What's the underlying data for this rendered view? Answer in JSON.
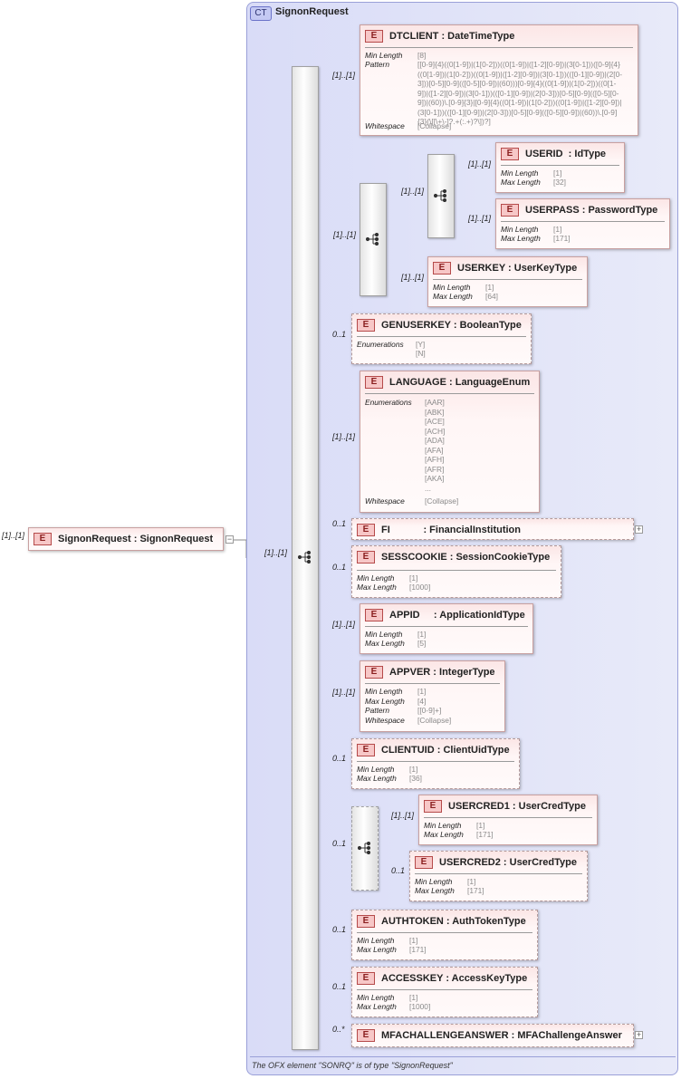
{
  "complex_type": {
    "badge": "CT",
    "title": "SignonRequest",
    "footer": "The OFX element \"SONRQ\" is of type \"SignonRequest\""
  },
  "root": {
    "badge": "E",
    "title": "SignonRequest : SignonRequest",
    "multiplicity": "[1]..[1]"
  },
  "main_sequence": {
    "multiplicity": "[1]..[1]"
  },
  "elements": [
    {
      "key": "dtclient",
      "badge": "E",
      "title": "DTCLIENT : DateTimeType",
      "multiplicity": "[1]..[1]",
      "facets": [
        {
          "label": "Min Length",
          "value": "[8]"
        },
        {
          "label": "Pattern",
          "value": "[[0-9]{4}((0[1-9])|(1[0-2]))((0[1-9])|([1-2][0-9])|(3[0-1]))([0-9]{4}\n((0[1-9])|(1[0-2]))((0[1-9])|([1-2][0-9])|(3[0-1]))(([0-1][0-9])|(2[0-\n3]))[0-5][0-9](([0-5][0-9])|(60)))[0-9]{4}((0[1-9])|(1[0-2]))((0[1-\n9])|([1-2][0-9])|(3[0-1]))(([0-1][0-9])|(2[0-3]))[0-5][0-9](([0-5][0-\n9])|(60))\\.[0-9]{3}|[0-9]{4}((0[1-9])|(1[0-2]))((0[1-9])|([1-2][0-9])|\n(3[0-1]))(([0-1][0-9])|(2[0-3]))[0-5][0-9](([0-5][0-9])|(60))\\.[0-9]\n{3}(\\[[\\+\\-]?.+(:.+)?\\])?]"
        },
        {
          "label": "Whitespace",
          "value": "[Collapse]"
        }
      ]
    },
    {
      "key": "userid",
      "badge": "E",
      "title": "USERID  : IdType",
      "multiplicity": "[1]..[1]",
      "facets": [
        {
          "label": "Min Length",
          "value": "[1]"
        },
        {
          "label": "Max Length",
          "value": "[32]"
        }
      ]
    },
    {
      "key": "userpass",
      "badge": "E",
      "title": "USERPASS : PasswordType",
      "multiplicity": "[1]..[1]",
      "facets": [
        {
          "label": "Min Length",
          "value": "[1]"
        },
        {
          "label": "Max Length",
          "value": "[171]"
        }
      ]
    },
    {
      "key": "userkey",
      "badge": "E",
      "title": "USERKEY : UserKeyType",
      "multiplicity": "[1]..[1]",
      "facets": [
        {
          "label": "Min Length",
          "value": "[1]"
        },
        {
          "label": "Max Length",
          "value": "[64]"
        }
      ]
    },
    {
      "key": "genuserkey",
      "badge": "E",
      "title": "GENUSERKEY : BooleanType",
      "multiplicity": "0..1",
      "facets": [
        {
          "label": "Enumerations",
          "value": "[Y]"
        },
        {
          "label": "",
          "value": "[N]"
        }
      ]
    },
    {
      "key": "language",
      "badge": "E",
      "title": "LANGUAGE : LanguageEnum",
      "multiplicity": "[1]..[1]",
      "facets": [
        {
          "label": "Enumerations",
          "value": "[AAR]"
        },
        {
          "label": "",
          "value": "[ABK]"
        },
        {
          "label": "",
          "value": "[ACE]"
        },
        {
          "label": "",
          "value": "[ACH]"
        },
        {
          "label": "",
          "value": "[ADA]"
        },
        {
          "label": "",
          "value": "[AFA]"
        },
        {
          "label": "",
          "value": "[AFH]"
        },
        {
          "label": "",
          "value": "[AFR]"
        },
        {
          "label": "",
          "value": "[AKA]"
        },
        {
          "label": "",
          "value": "..."
        },
        {
          "label": "Whitespace",
          "value": "[Collapse]"
        }
      ]
    },
    {
      "key": "fi",
      "badge": "E",
      "title": "FI            : FinancialInstitution",
      "multiplicity": "0..1",
      "facets": []
    },
    {
      "key": "sesscookie",
      "badge": "E",
      "title": "SESSCOOKIE : SessionCookieType",
      "multiplicity": "0..1",
      "facets": [
        {
          "label": "Min Length",
          "value": "[1]"
        },
        {
          "label": "Max Length",
          "value": "[1000]"
        }
      ]
    },
    {
      "key": "appid",
      "badge": "E",
      "title": "APPID     : ApplicationIdType",
      "multiplicity": "[1]..[1]",
      "facets": [
        {
          "label": "Min Length",
          "value": "[1]"
        },
        {
          "label": "Max Length",
          "value": "[5]"
        }
      ]
    },
    {
      "key": "appver",
      "badge": "E",
      "title": "APPVER : IntegerType",
      "multiplicity": "[1]..[1]",
      "facets": [
        {
          "label": "Min Length",
          "value": "[1]"
        },
        {
          "label": "Max Length",
          "value": "[4]"
        },
        {
          "label": "Pattern",
          "value": "[[0-9]+]"
        },
        {
          "label": "Whitespace",
          "value": "[Collapse]"
        }
      ]
    },
    {
      "key": "clientuid",
      "badge": "E",
      "title": "CLIENTUID : ClientUidType",
      "multiplicity": "0..1",
      "facets": [
        {
          "label": "Min Length",
          "value": "[1]"
        },
        {
          "label": "Max Length",
          "value": "[36]"
        }
      ]
    },
    {
      "key": "usercred1",
      "badge": "E",
      "title": "USERCRED1 : UserCredType",
      "multiplicity": "[1]..[1]",
      "facets": [
        {
          "label": "Min Length",
          "value": "[1]"
        },
        {
          "label": "Max Length",
          "value": "[171]"
        }
      ]
    },
    {
      "key": "usercred2",
      "badge": "E",
      "title": "USERCRED2 : UserCredType",
      "multiplicity": "0..1",
      "facets": [
        {
          "label": "Min Length",
          "value": "[1]"
        },
        {
          "label": "Max Length",
          "value": "[171]"
        }
      ]
    },
    {
      "key": "authtoken",
      "badge": "E",
      "title": "AUTHTOKEN : AuthTokenType",
      "multiplicity": "0..1",
      "facets": [
        {
          "label": "Min Length",
          "value": "[1]"
        },
        {
          "label": "Max Length",
          "value": "[171]"
        }
      ]
    },
    {
      "key": "accesskey",
      "badge": "E",
      "title": "ACCESSKEY : AccessKeyType",
      "multiplicity": "0..1",
      "facets": [
        {
          "label": "Min Length",
          "value": "[1]"
        },
        {
          "label": "Max Length",
          "value": "[1000]"
        }
      ]
    },
    {
      "key": "mfachallengeanswer",
      "badge": "E",
      "title": "MFACHALLENGEANSWER : MFAChallengeAnswer",
      "multiplicity": "0..*",
      "facets": []
    }
  ],
  "groups": [
    {
      "key": "user-choice",
      "multiplicity": "[1]..[1]"
    },
    {
      "key": "userid-userpass-seq",
      "multiplicity": "[1]..[1]"
    },
    {
      "key": "usercred-seq",
      "multiplicity": "0..1"
    }
  ]
}
